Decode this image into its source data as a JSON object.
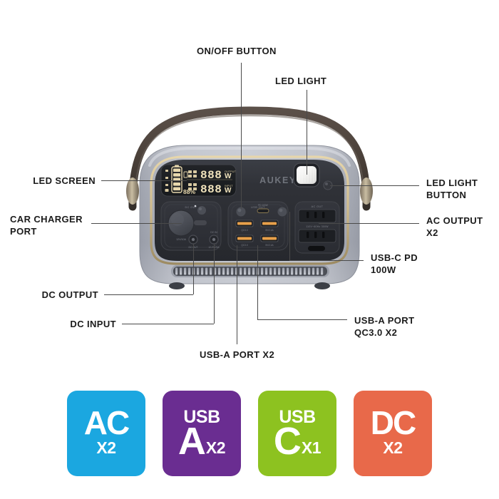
{
  "diagram": {
    "product_brand": "AUKEY",
    "callouts": [
      {
        "id": "on-off-button",
        "text": "ON/OFF BUTTON"
      },
      {
        "id": "led-light",
        "text": "LED LIGHT"
      },
      {
        "id": "led-screen",
        "text": "LED SCREEN"
      },
      {
        "id": "car-charger-port",
        "text": "CAR CHARGER\nPORT"
      },
      {
        "id": "led-light-button",
        "text": "LED LIGHT\nBUTTON"
      },
      {
        "id": "ac-output",
        "text": "AC OUTPUT\nX2"
      },
      {
        "id": "usb-c-pd",
        "text": "USB-C PD\n100W"
      },
      {
        "id": "dc-output",
        "text": "DC OUTPUT"
      },
      {
        "id": "dc-input",
        "text": "DC INPUT"
      },
      {
        "id": "usb-a-port-x2",
        "text": "USB-A PORT X2"
      },
      {
        "id": "usb-a-qc",
        "text": "USB-A PORT\nQC3.0 X2"
      }
    ],
    "display": {
      "output_value": "888",
      "output_unit": "W",
      "output_tag": "OUTPUT",
      "input_value": "888",
      "input_unit": "W",
      "input_tag": "INPUT",
      "battery_percent": "88%"
    }
  },
  "badges": [
    {
      "id": "ac",
      "pre": "",
      "big": "AC",
      "qty": "X2",
      "qty_below": true,
      "color": "#1ba7e0"
    },
    {
      "id": "usb-a",
      "pre": "USB",
      "big": "A",
      "qty": "X2",
      "qty_below": false,
      "color": "#6a2d91"
    },
    {
      "id": "usb-c",
      "pre": "USB",
      "big": "C",
      "qty": "X1",
      "qty_below": false,
      "color": "#8dc220"
    },
    {
      "id": "dc",
      "pre": "",
      "big": "DC",
      "qty": "X2",
      "qty_below": true,
      "color": "#e8694a"
    }
  ],
  "colors": {
    "leader_line": "#4a4a4a",
    "label_text": "#1b1b1b",
    "body_light": "#b9bcc6",
    "body_dark": "#2e3036",
    "gold_trim": "#cdb98a",
    "handle": "#4a4039",
    "usb_a_orange": "#e8a04a",
    "background": "#ffffff"
  }
}
